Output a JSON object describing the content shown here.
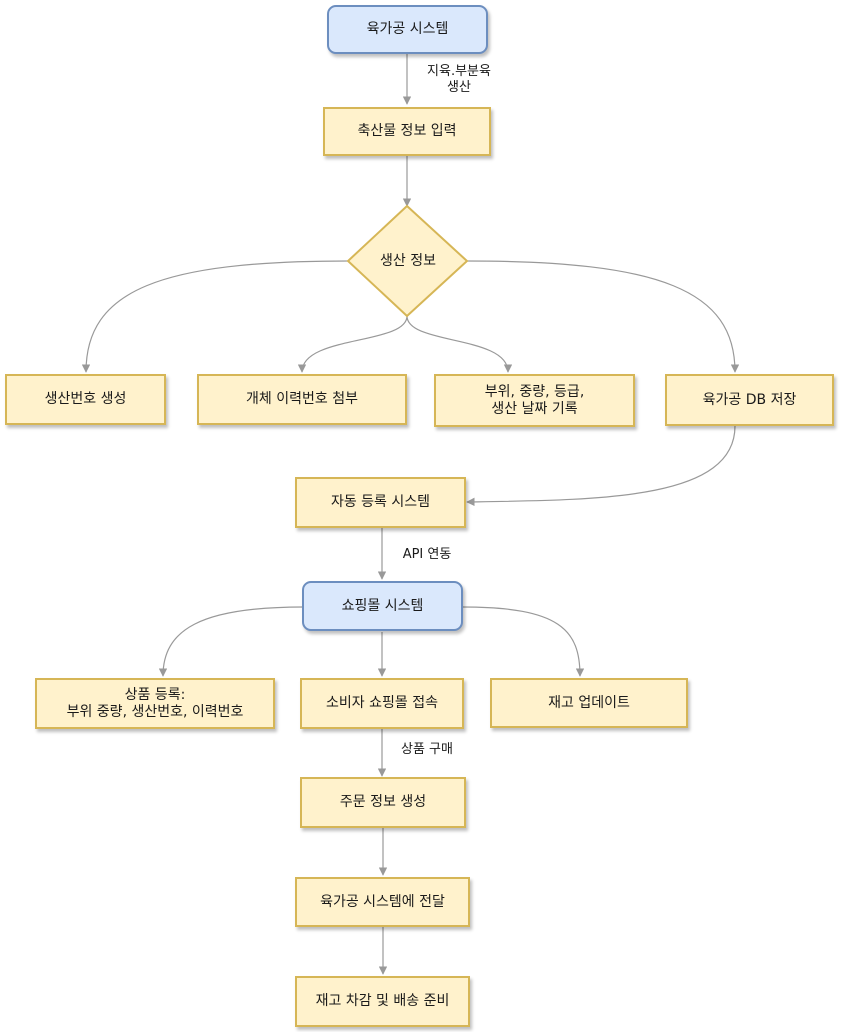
{
  "nodes": {
    "meat_system": "육가공 시스템",
    "input_info": "축산물 정보 입력",
    "production_info": "생산 정보",
    "gen_number": "생산번호 생성",
    "attach_trace": "개체 이력번호 첨부",
    "record_parts": "부위, 중량, 등급,\n생산 날짜 기록",
    "db_store": "육가공 DB 저장",
    "auto_register": "자동 등록 시스템",
    "mall_system": "쇼핑몰 시스템",
    "product_register": "상품 등록:\n부위 중량, 생산번호, 이력번호",
    "consumer_access": "소비자 쇼핑몰 접속",
    "stock_update": "재고 업데이트",
    "order_create": "주문 정보 생성",
    "send_to_meat": "육가공 시스템에 전달",
    "stock_ship": "재고 차감 및 배송 준비"
  },
  "edge_labels": {
    "primal_cut": "지육.부분육\n생산",
    "api_link": "API 연동",
    "purchase": "상품 구매"
  },
  "colors": {
    "process_fill": "#fff2cc",
    "process_stroke": "#d6b656",
    "system_fill": "#dae8fc",
    "system_stroke": "#6c8ebf",
    "connector": "#999999"
  }
}
